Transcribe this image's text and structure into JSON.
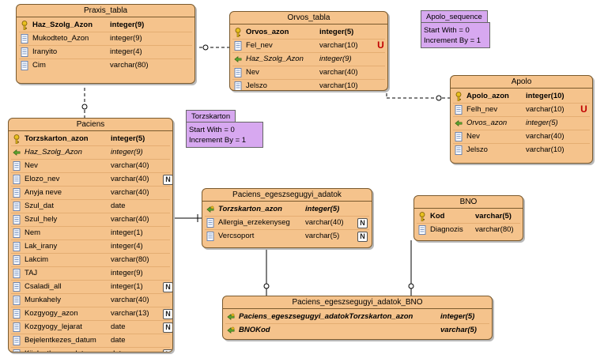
{
  "tables": {
    "praxis": {
      "title": "Praxis_tabla",
      "cols": [
        {
          "name": "Haz_Szolg_Azon",
          "type": "integer(9)",
          "kind": "pk"
        },
        {
          "name": "Mukodteto_Azon",
          "type": "integer(9)",
          "kind": "col"
        },
        {
          "name": "Iranyito",
          "type": "integer(4)",
          "kind": "col"
        },
        {
          "name": "Cim",
          "type": "varchar(80)",
          "kind": "col"
        }
      ]
    },
    "orvos": {
      "title": "Orvos_tabla",
      "cols": [
        {
          "name": "Orvos_azon",
          "type": "integer(5)",
          "kind": "pk"
        },
        {
          "name": "Fel_nev",
          "type": "varchar(10)",
          "kind": "col",
          "badge": "U"
        },
        {
          "name": "Haz_Szolg_Azon",
          "type": "integer(9)",
          "kind": "fk"
        },
        {
          "name": "Nev",
          "type": "varchar(40)",
          "kind": "col"
        },
        {
          "name": "Jelszo",
          "type": "varchar(10)",
          "kind": "col"
        }
      ]
    },
    "apolo": {
      "title": "Apolo",
      "cols": [
        {
          "name": "Apolo_azon",
          "type": "integer(10)",
          "kind": "pk"
        },
        {
          "name": "Felh_nev",
          "type": "varchar(10)",
          "kind": "col",
          "badge": "U"
        },
        {
          "name": "Orvos_azon",
          "type": "integer(5)",
          "kind": "fk"
        },
        {
          "name": "Nev",
          "type": "varchar(40)",
          "kind": "col"
        },
        {
          "name": "Jelszo",
          "type": "varchar(10)",
          "kind": "col"
        }
      ]
    },
    "paciens": {
      "title": "Paciens",
      "cols": [
        {
          "name": "Torzskarton_azon",
          "type": "integer(5)",
          "kind": "pk"
        },
        {
          "name": "Haz_Szolg_Azon",
          "type": "integer(9)",
          "kind": "fk"
        },
        {
          "name": "Nev",
          "type": "varchar(40)",
          "kind": "col"
        },
        {
          "name": "Elozo_nev",
          "type": "varchar(40)",
          "kind": "col",
          "badge": "N"
        },
        {
          "name": "Anyja neve",
          "type": "varchar(40)",
          "kind": "col"
        },
        {
          "name": "Szul_dat",
          "type": "date",
          "kind": "col"
        },
        {
          "name": "Szul_hely",
          "type": "varchar(40)",
          "kind": "col"
        },
        {
          "name": "Nem",
          "type": "integer(1)",
          "kind": "col"
        },
        {
          "name": "Lak_irany",
          "type": "integer(4)",
          "kind": "col"
        },
        {
          "name": "Lakcim",
          "type": "varchar(80)",
          "kind": "col"
        },
        {
          "name": "TAJ",
          "type": "integer(9)",
          "kind": "col"
        },
        {
          "name": "Csaladi_all",
          "type": "integer(1)",
          "kind": "col",
          "badge": "N"
        },
        {
          "name": "Munkahely",
          "type": "varchar(40)",
          "kind": "col"
        },
        {
          "name": "Kozgyogy_azon",
          "type": "varchar(13)",
          "kind": "col",
          "badge": "N"
        },
        {
          "name": "Kozgyogy_lejarat",
          "type": "date",
          "kind": "col",
          "badge": "N"
        },
        {
          "name": "Bejelentkezes_datum",
          "type": "date",
          "kind": "col"
        },
        {
          "name": "Kijelentkezes_datum",
          "type": "date",
          "kind": "col",
          "badge": "N"
        }
      ]
    },
    "eu": {
      "title": "Paciens_egeszsegugyi_adatok",
      "cols": [
        {
          "name": "Torzskarton_azon",
          "type": "integer(5)",
          "kind": "fkpk"
        },
        {
          "name": "Allergia_erzekenyseg",
          "type": "varchar(40)",
          "kind": "col",
          "badge": "N"
        },
        {
          "name": "Vercsoport",
          "type": "varchar(5)",
          "kind": "col",
          "badge": "N"
        }
      ]
    },
    "bno": {
      "title": "BNO",
      "cols": [
        {
          "name": "Kod",
          "type": "varchar(5)",
          "kind": "pk"
        },
        {
          "name": "Diagnozis",
          "type": "varchar(80)",
          "kind": "col"
        }
      ]
    },
    "eubno": {
      "title": "Paciens_egeszsegugyi_adatok_BNO",
      "cols": [
        {
          "name": "Paciens_egeszsegugyi_adatokTorzskarton_azon",
          "type": "integer(5)",
          "kind": "fkpk"
        },
        {
          "name": "BNOKod",
          "type": "varchar(5)",
          "kind": "fkpk"
        }
      ]
    }
  },
  "sequences": {
    "apolo_seq": {
      "title": "Apolo_sequence",
      "start": "Start With = 0",
      "inc": "Increment By = 1"
    },
    "torzs_seq": {
      "title": "Torzskarton",
      "start": "Start With = 0",
      "inc": "Increment By = 1"
    }
  },
  "colors": {
    "table_fill": "#f5c38c",
    "sequence_fill": "#d7a8f0",
    "unique_badge": "#c00000"
  }
}
